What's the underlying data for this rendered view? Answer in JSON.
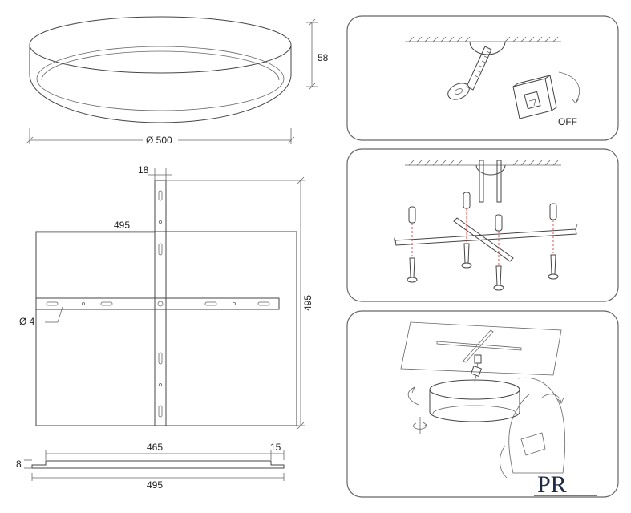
{
  "dimensions": {
    "lamp_height": "58",
    "lamp_diameter": "Ø 500",
    "bar_width": "18",
    "span_horizontal": "495",
    "span_vertical": "495",
    "hole_diameter": "Ø 4",
    "profile_inner": "465",
    "profile_lip": "15",
    "profile_thickness": "8",
    "profile_total": "495"
  },
  "steps": {
    "power_label": "OFF"
  },
  "logo": {
    "letters": "PR"
  },
  "colors": {
    "line": "#444444",
    "panel_border": "#666666",
    "guide": "#d94040",
    "logo": "#1f2a44"
  }
}
